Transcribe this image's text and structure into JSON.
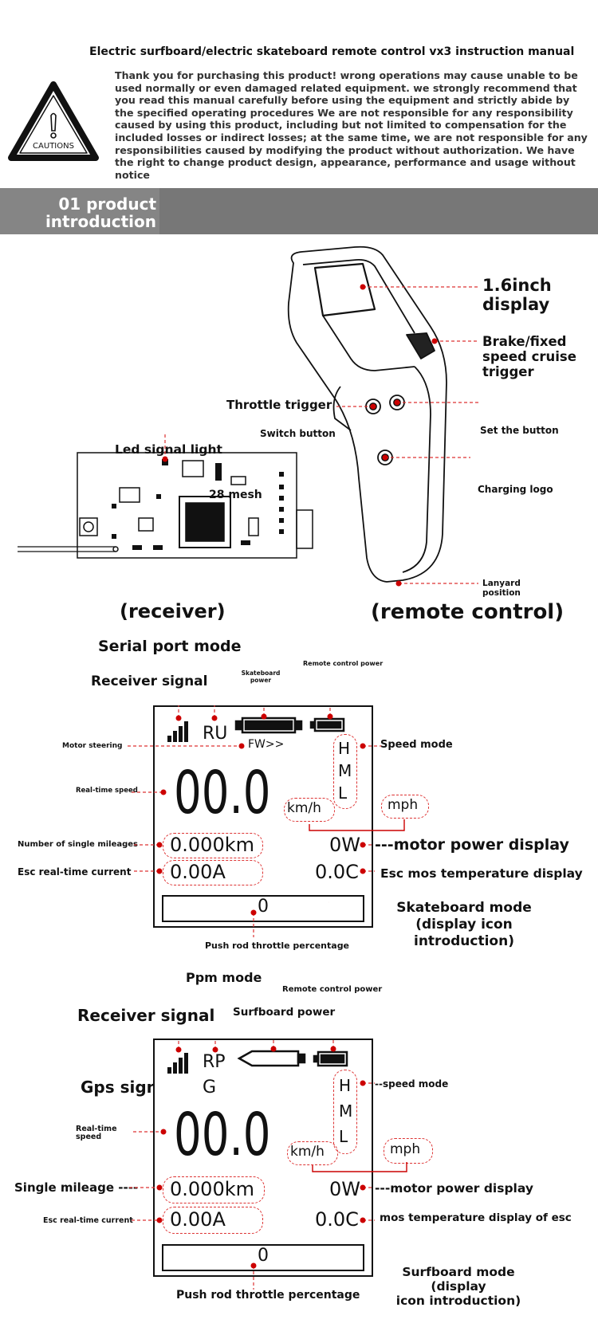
{
  "header": {
    "title": "Electric surfboard/electric skateboard remote control vx3 instruction manual",
    "caution_label": "CAUTIONS",
    "intro": "Thank you for purchasing this product! wrong operations may cause unable to be used normally or even damaged related equipment. we strongly recommend that you read this manual carefully before using the equipment and strictly abide by the specified operating procedures We are not responsible for any responsibility caused by using this product, including but not limited to compensation for the included losses or indirect losses; at the same time, we are not responsible for any responsibilities caused by modifying the product without authorization. We have the right to change product design, appearance, performance and usage without notice"
  },
  "section": {
    "title_line1": "01 product",
    "title_line2": "introduction"
  },
  "product": {
    "display": "1.6inch display",
    "display_l1": "1.6inch",
    "display_l2": "display",
    "brake_l1": "Brake/fixed",
    "brake_l2": "speed cruise",
    "brake_l3": "trigger",
    "throttle": "Throttle trigger",
    "switch": "Switch button",
    "set": "Set the button",
    "charging": "Charging logo",
    "lanyard_l1": "Lanyard",
    "lanyard_l2": "position",
    "led": "Led signal light",
    "mesh": "28 mesh",
    "receiver": "(receiver)",
    "remote": "(remote control)"
  },
  "skate": {
    "serial_mode": "Serial port mode",
    "receiver_signal": "Receiver signal",
    "board_power_l1": "Skateboard",
    "board_power_l2": "power",
    "remote_power": "Remote control power",
    "motor_steering": "Motor steering",
    "speed_mode": "Speed mode",
    "realtime_speed": "Real-time speed",
    "mileage": "Number of single mileages",
    "current": "Esc real-time current",
    "motor_power": "---motor power display",
    "mos_temp": "Esc mos temperature display",
    "throttle_pct": "Push rod throttle percentage",
    "caption_l1": "Skateboard mode",
    "caption_l2": "(display icon",
    "caption_l3": "introduction)",
    "screen": {
      "mode": "RU",
      "direction": "FW>>",
      "speed": "00.0",
      "unit_kmh": "km/h",
      "unit_mph": "mph",
      "h": "H",
      "m": "M",
      "l": "L",
      "km": "0.000km",
      "amps": "0.00A",
      "watts": "0W",
      "temp": "0.0C",
      "throttle": "0"
    }
  },
  "surf": {
    "ppm_mode": "Ppm mode",
    "remote_power": "Remote control power",
    "receiver_signal": "Receiver signal",
    "board_power": "Surfboard power",
    "gps": "Gps signal-",
    "speed_mode": "--speed mode",
    "realtime_l1": "Real-time",
    "realtime_l2": "speed",
    "mileage": "Single mileage ----",
    "current": "Esc real-time current",
    "motor_power": "---motor power display",
    "mos_temp": "mos temperature display of esc",
    "throttle_pct": "Push rod throttle percentage",
    "caption_l1": "Surfboard mode (display",
    "caption_l2": "icon introduction)",
    "screen": {
      "mode": "RP",
      "gps_letter": "G",
      "speed": "00.0",
      "unit_kmh": "km/h",
      "unit_mph": "mph",
      "h": "H",
      "m": "M",
      "l": "L",
      "km": "0.000km",
      "amps": "0.00A",
      "watts": "0W",
      "temp": "0.0C",
      "throttle": "0"
    }
  }
}
